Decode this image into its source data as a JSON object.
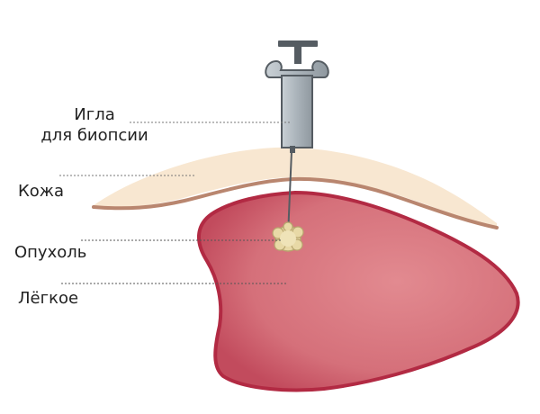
{
  "diagram": {
    "labels": {
      "needle_line1": "Игла",
      "needle_line2": "для биопсии",
      "skin": "Кожа",
      "tumor": "Опухоль",
      "lung": "Лёгкое"
    },
    "colors": {
      "skin_fill": "#f8e7d1",
      "skin_edge": "#b9866f",
      "lung_fill": "#d5707a",
      "lung_edge": "#b22a43",
      "tumor_fill": "#e8d9a6",
      "syringe_body": "#b0b9c0",
      "syringe_dark": "#555c62",
      "leader_line": "#777777"
    },
    "icons": [
      "biopsy-needle-icon"
    ]
  }
}
